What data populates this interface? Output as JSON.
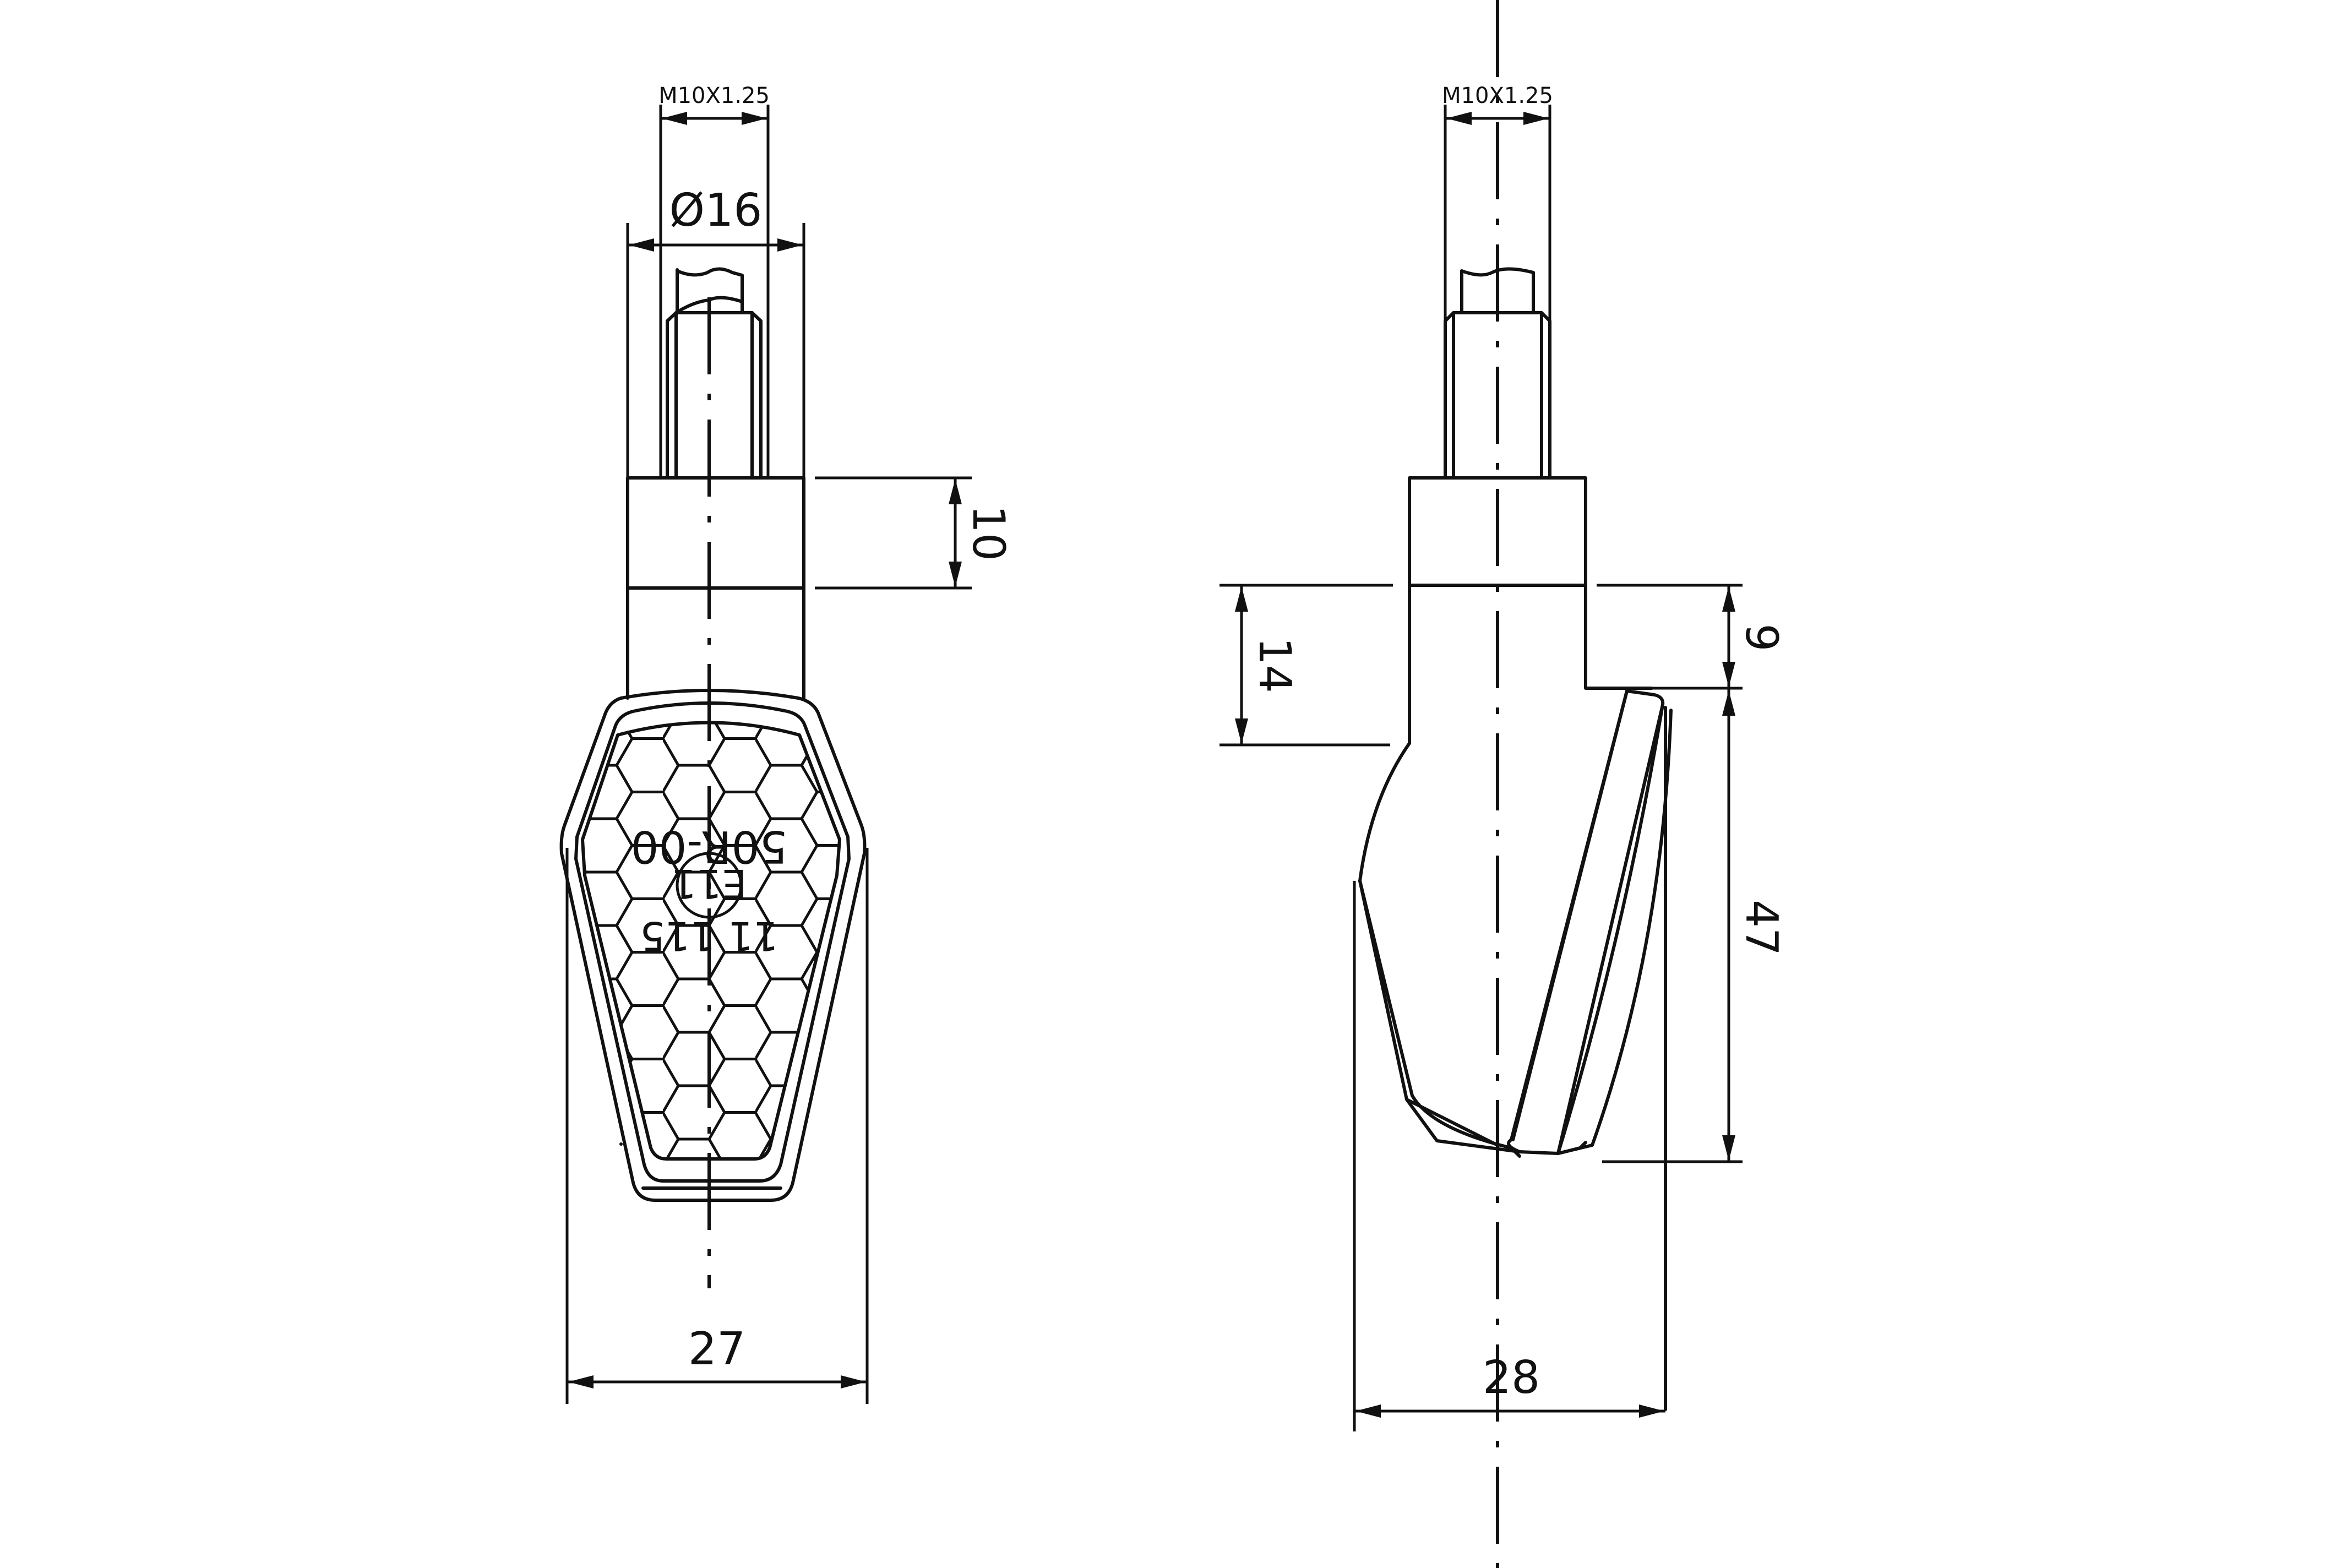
{
  "drawing": {
    "title": "Indicator technical drawing",
    "background": "#ffffff",
    "line_color": "#111111"
  },
  "front_view": {
    "thread_label": "M10X1.25",
    "diameter_label": "Ø16",
    "height_collar_label": "10",
    "width_label": "27",
    "lens_marking": {
      "line1": "50R-00",
      "approval_mark": "E11",
      "line3": "11 115",
      "orientation": "upside-down"
    }
  },
  "side_view": {
    "thread_label": "M10X1.25",
    "neck_height_label": "14",
    "offset_label": "9",
    "lens_height_label": "47",
    "depth_label": "28"
  }
}
